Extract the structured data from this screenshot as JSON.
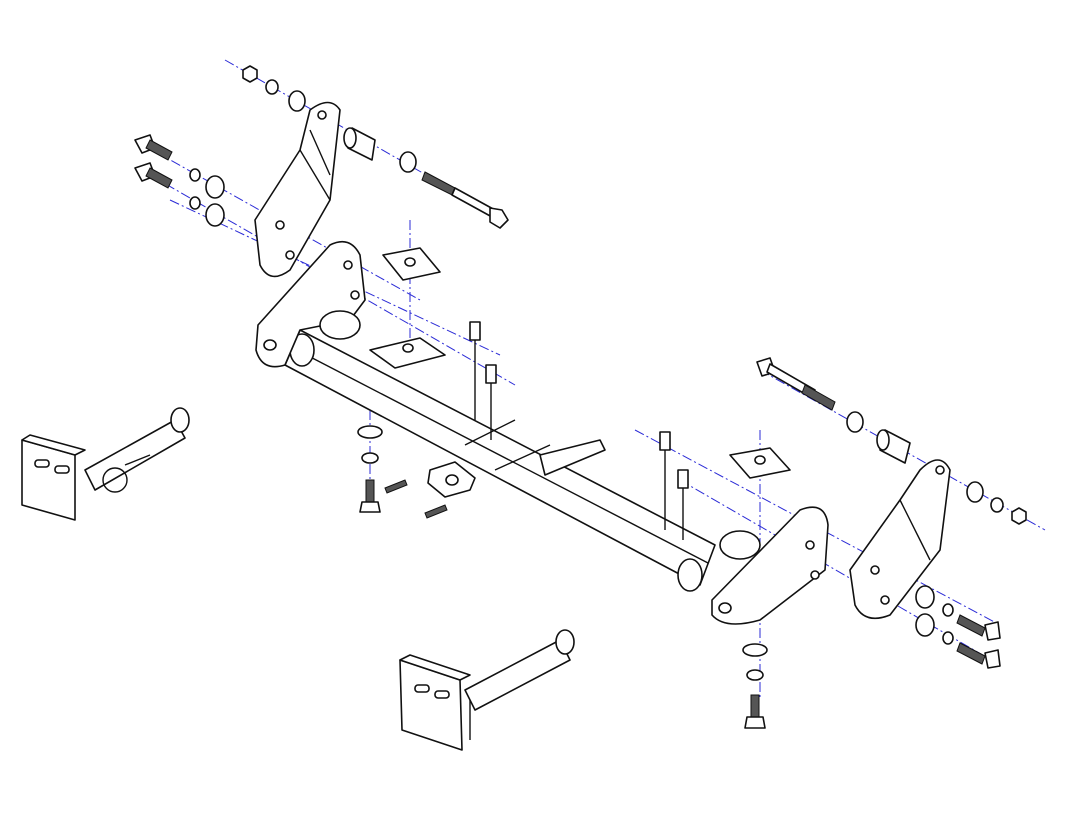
{
  "diagram": {
    "type": "exploded-assembly-drawing",
    "colors": {
      "line": "#111111",
      "axis": "#2b2bd6",
      "background": "#ffffff"
    },
    "components": [
      "crossbar",
      "left-mount-bracket",
      "right-mount-bracket",
      "left-side-plate",
      "right-side-plate",
      "tow-tab-pin-left",
      "tow-tab-pin-bottom",
      "bolts",
      "nuts",
      "washers",
      "spacers",
      "clips",
      "backing-plates"
    ]
  }
}
